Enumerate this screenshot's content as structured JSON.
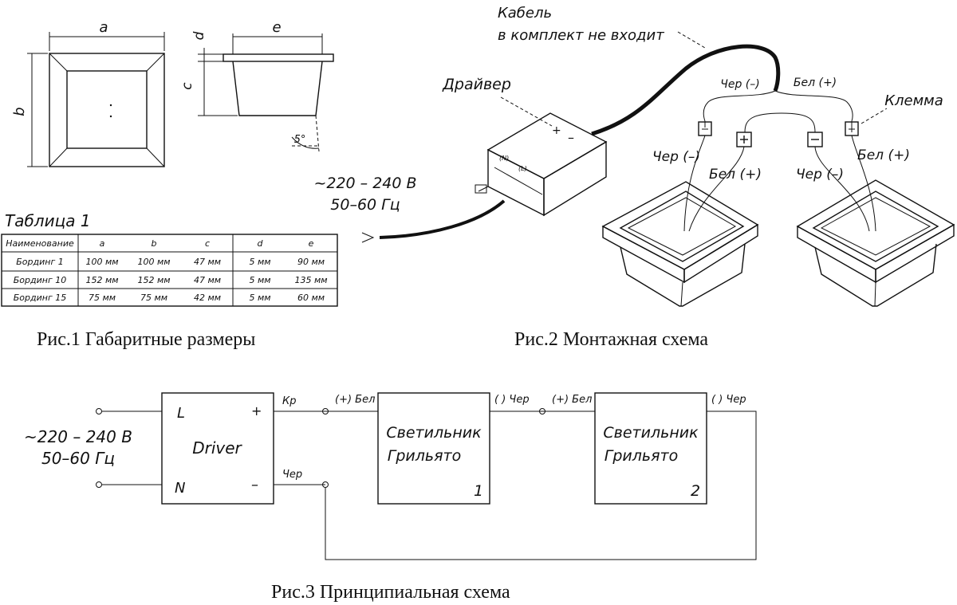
{
  "fig1": {
    "caption": "Рис.1 Габаритные размеры",
    "dim_a": "a",
    "dim_b": "b",
    "dim_c": "c",
    "dim_d": "d",
    "dim_e": "e",
    "angle": "5°",
    "supply": "~220 – 240 В",
    "freq": "50–60 Гц"
  },
  "table": {
    "title": "Таблица 1",
    "headers": [
      "Наименование",
      "a",
      "b",
      "c",
      "d",
      "e"
    ],
    "rows": [
      [
        "Бординг 1",
        "100 мм",
        "100 мм",
        "47 мм",
        "5 мм",
        "90 мм"
      ],
      [
        "Бординг 10",
        "152 мм",
        "152 мм",
        "47 мм",
        "5 мм",
        "135 мм"
      ],
      [
        "Бординг 15",
        "75 мм",
        "75 мм",
        "42 мм",
        "5 мм",
        "60 мм"
      ]
    ]
  },
  "fig2": {
    "caption": "Рис.2 Монтажная схема",
    "cable_line1": "Кабель",
    "cable_line2": "в комплект не входит",
    "driver": "Драйвер",
    "terminal": "Клемма",
    "black_neg": "Чер (–)",
    "white_pos": "Бел (+)",
    "lamp1_black": "Чер (–)",
    "lamp1_white": "Бел (+)",
    "lamp2_black": "Чер (–)",
    "lamp2_white": "Бел (+)"
  },
  "fig3": {
    "caption": "Рис.3 Принципиальная схема",
    "supply": "~220 – 240 В",
    "freq": "50–60 Гц",
    "driver_label": "Driver",
    "terminal_L": "L",
    "terminal_N": "N",
    "terminal_plus": "+",
    "terminal_minus": "–",
    "out_red": "Кр",
    "out_black": "Чер",
    "lamp1_in": "(+) Бел",
    "lamp1_out": "( ) Чер",
    "lamp2_in": "(+) Бел",
    "lamp2_out": "( ) Чер",
    "lamp1_line1": "Светильник",
    "lamp1_line2": "Грильято",
    "lamp1_num": "1",
    "lamp2_line1": "Светильник",
    "lamp2_line2": "Грильято",
    "lamp2_num": "2"
  }
}
